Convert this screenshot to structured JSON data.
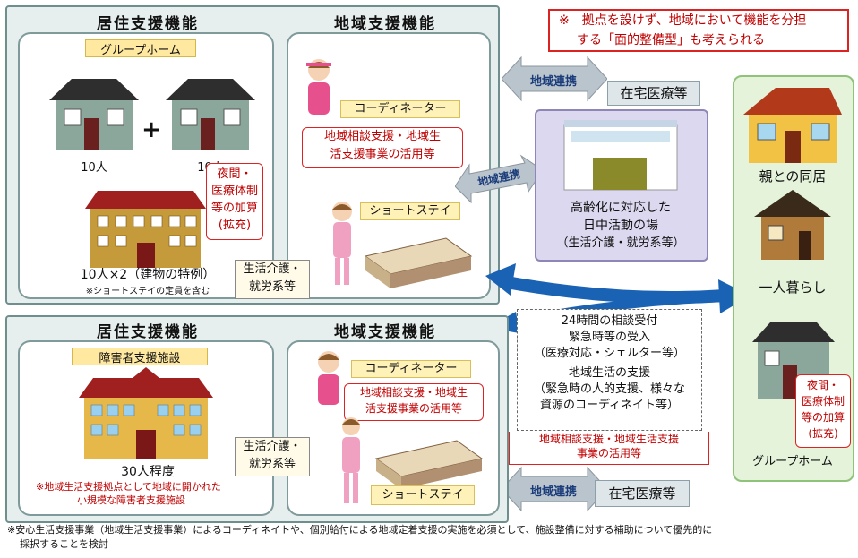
{
  "top": {
    "residential_title": "居住支援機能",
    "regional_title": "地域支援機能",
    "group_home_label": "グループホーム",
    "plus": "+",
    "house1_count": "10人",
    "house2_count": "10人",
    "night_support": [
      "夜間・",
      "医療体制",
      "等の加算",
      "(拡充)"
    ],
    "building_count": "10人×2（建物の特例）",
    "building_note": "※ショートステイの定員を含む",
    "coordinator": "コーディネーター",
    "consult_support": [
      "地域相談支援・地域生",
      "活支援事業の活用等"
    ],
    "short_stay": "ショートステイ",
    "daily_life": [
      "生活介護・",
      "就労系等"
    ]
  },
  "bottom": {
    "residential_title": "居住支援機能",
    "regional_title": "地域支援機能",
    "facility_label": "障害者支援施設",
    "facility_count": "30人程度",
    "facility_note": [
      "※地域生活支援拠点として地域に開かれた",
      "小規模な障害者支援施設"
    ],
    "coordinator": "コーディネーター",
    "consult_support": [
      "地域相談支援・地域生",
      "活支援事業の活用等"
    ],
    "daily_life": [
      "生活介護・",
      "就労系等"
    ],
    "short_stay": "ショートステイ"
  },
  "notice": [
    "※　拠点を設けず、地域において機能を分担",
    "する「面的整備型」も考えられる"
  ],
  "links": {
    "top_link": "地域連携",
    "middle_link": "地域連携",
    "bottom_link": "地域連携"
  },
  "home_medical_top": "在宅医療等",
  "home_medical_bottom": "在宅医療等",
  "day_activity": [
    "高齢化に対応した",
    "日中活動の場",
    "（生活介護・就労系等）"
  ],
  "center_services": [
    "24時間の相談受付",
    "緊急時等の受入",
    "（医療対応・シェルター等）",
    "地域生活の支援",
    "（緊急時の人的支援、様々な",
    "資源のコーディネイト等）"
  ],
  "center_red": [
    "地域相談支援・地域生活支援",
    "事業の活用等"
  ],
  "right": {
    "live_with_parents": "親との同居",
    "live_alone": "一人暮らし",
    "night_support": [
      "夜間・",
      "医療体制",
      "等の加算",
      "(拡充)"
    ],
    "group_home": "グループホーム"
  },
  "footnote": [
    "※安心生活支援事業（地域生活支援事業）によるコーディネイトや、個別給付による地域定着支援の実施を必須として、施設整備に対する補助について優先的に",
    "採択することを検討"
  ],
  "colors": {
    "red": "#c00000",
    "panel_bg": "#e6efee",
    "link_arrow": "#b9c4cc",
    "big_arrow": "#1a62b4",
    "green_panel": "#e4f3da",
    "label_yellow": "#ffe8a0"
  }
}
